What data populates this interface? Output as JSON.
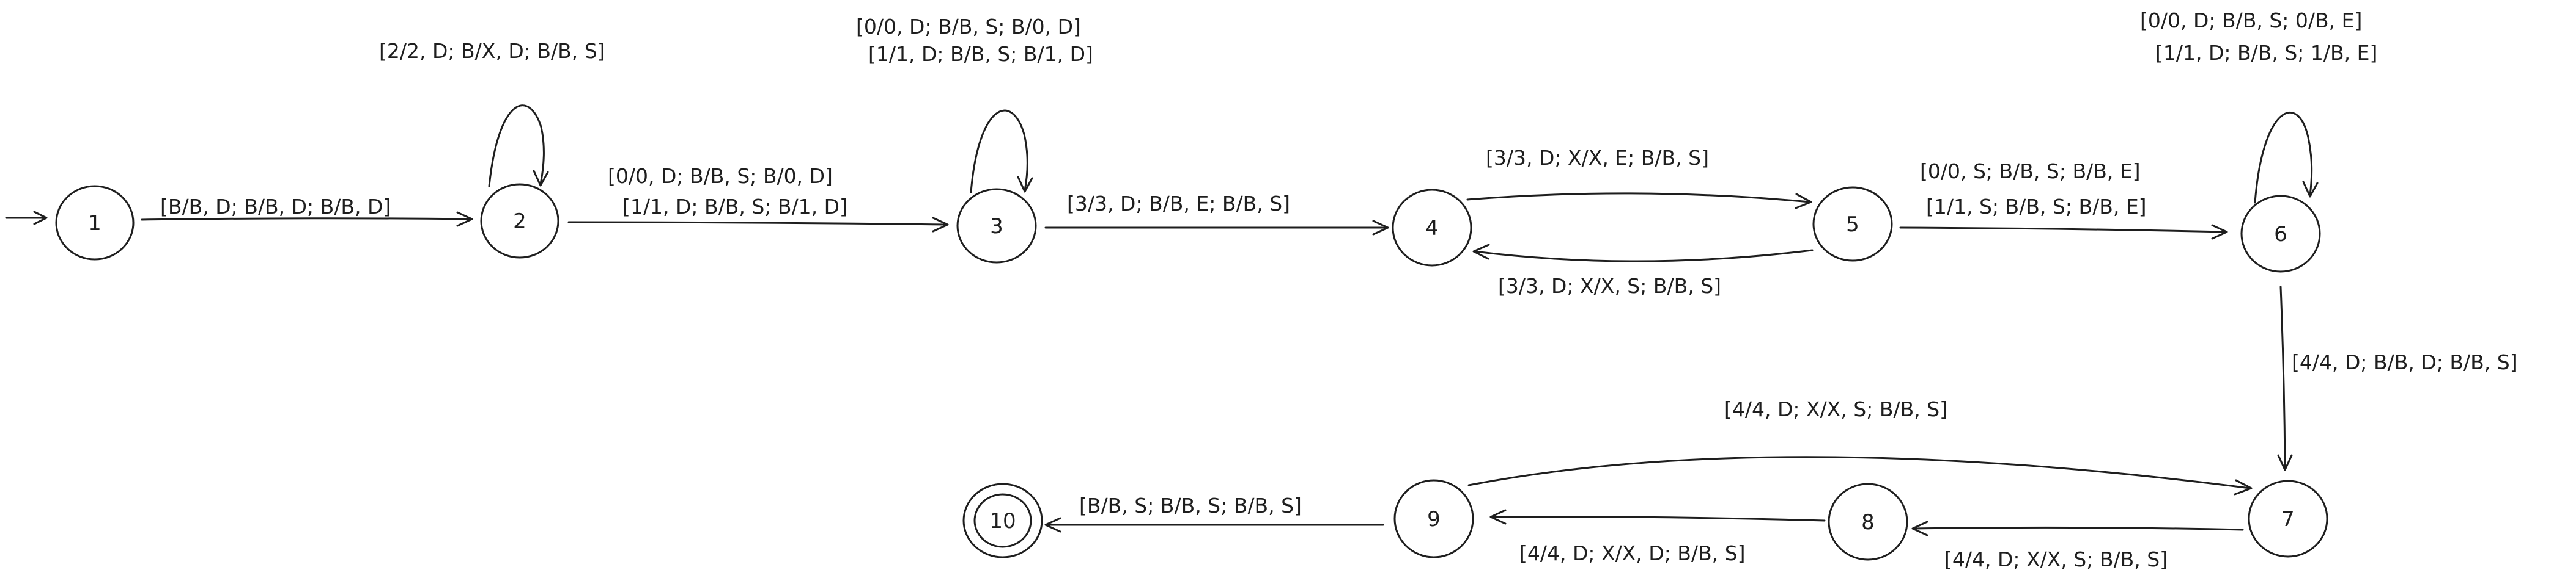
{
  "states": [
    {
      "id": "1",
      "label": "1"
    },
    {
      "id": "2",
      "label": "2"
    },
    {
      "id": "3",
      "label": "3"
    },
    {
      "id": "4",
      "label": "4"
    },
    {
      "id": "5",
      "label": "5"
    },
    {
      "id": "6",
      "label": "6"
    },
    {
      "id": "7",
      "label": "7"
    },
    {
      "id": "8",
      "label": "8"
    },
    {
      "id": "9",
      "label": "9"
    },
    {
      "id": "10",
      "label": "10",
      "accepting": true
    }
  ],
  "start_state": "1",
  "transitions": [
    {
      "from": "1",
      "to": "2",
      "labels": [
        "[B/B, D; B/B, D; B/B, D]"
      ]
    },
    {
      "from": "2",
      "to": "2",
      "labels": [
        "[2/2, D; B/X, D; B/B, S]"
      ]
    },
    {
      "from": "2",
      "to": "3",
      "labels": [
        "[0/0, D; B/B, S; B/0, D]",
        "[1/1, D; B/B, S; B/1, D]"
      ]
    },
    {
      "from": "3",
      "to": "3",
      "labels": [
        "[0/0, D; B/B, S; B/0, D]",
        "[1/1, D; B/B, S; B/1, D]"
      ]
    },
    {
      "from": "3",
      "to": "4",
      "labels": [
        "[3/3, D; B/B, E; B/B, S]"
      ]
    },
    {
      "from": "4",
      "to": "5",
      "labels": [
        "[3/3, D; X/X, E; B/B, S]"
      ]
    },
    {
      "from": "5",
      "to": "4",
      "labels": [
        "[3/3, D; X/X, S; B/B, S]"
      ]
    },
    {
      "from": "5",
      "to": "6",
      "labels": [
        "[0/0, S; B/B, S; B/B, E]",
        "[1/1, S; B/B, S; B/B, E]"
      ]
    },
    {
      "from": "6",
      "to": "6",
      "labels": [
        "[0/0, D; B/B, S; 0/B, E]",
        "[1/1, D; B/B, S; 1/B, E]"
      ]
    },
    {
      "from": "6",
      "to": "7",
      "labels": [
        "[4/4, D; B/B, D; B/B, S]"
      ]
    },
    {
      "from": "7",
      "to": "8",
      "labels": [
        "[4/4, D; X/X, S; B/B, S]"
      ]
    },
    {
      "from": "9",
      "to": "7",
      "labels": [
        "[4/4, D; X/X, S; B/B, S]"
      ]
    },
    {
      "from": "8",
      "to": "9",
      "labels": [
        "[4/4, D; X/X, D; B/B, S]"
      ]
    },
    {
      "from": "9",
      "to": "10",
      "labels": [
        "[B/B, S; B/B, S; B/B, S]"
      ]
    }
  ]
}
